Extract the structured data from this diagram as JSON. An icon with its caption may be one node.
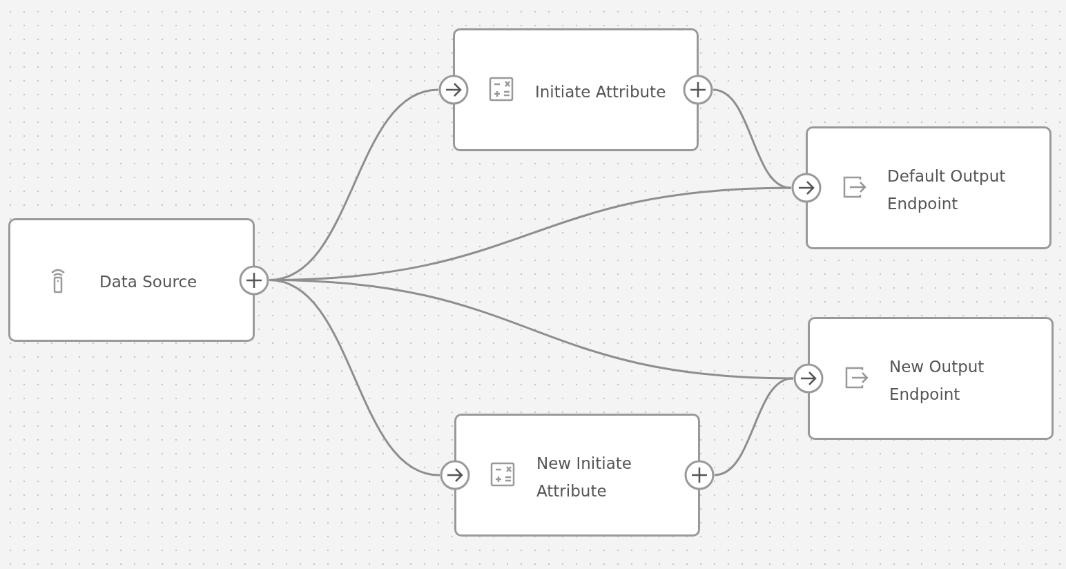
{
  "diagram": {
    "nodes": [
      {
        "text": [
          "Data Source"
        ]
      },
      {
        "text": [
          "Initiate Attribute"
        ]
      },
      {
        "text": [
          "Default Output Endpoint"
        ]
      },
      {
        "text": [
          "New Output Endpoint"
        ]
      },
      {
        "text": [
          "New Initiate Attribute"
        ]
      }
    ],
    "edges": [
      {
        "from": 0,
        "to": 1,
        "arrow": "none"
      },
      {
        "from": 0,
        "to": 2,
        "arrow": "none"
      },
      {
        "from": 0,
        "to": 3,
        "arrow": "none"
      },
      {
        "from": 0,
        "to": 4,
        "arrow": "none"
      },
      {
        "from": 1,
        "to": 2,
        "arrow": "none"
      },
      {
        "from": 4,
        "to": 3,
        "arrow": "none"
      }
    ]
  }
}
